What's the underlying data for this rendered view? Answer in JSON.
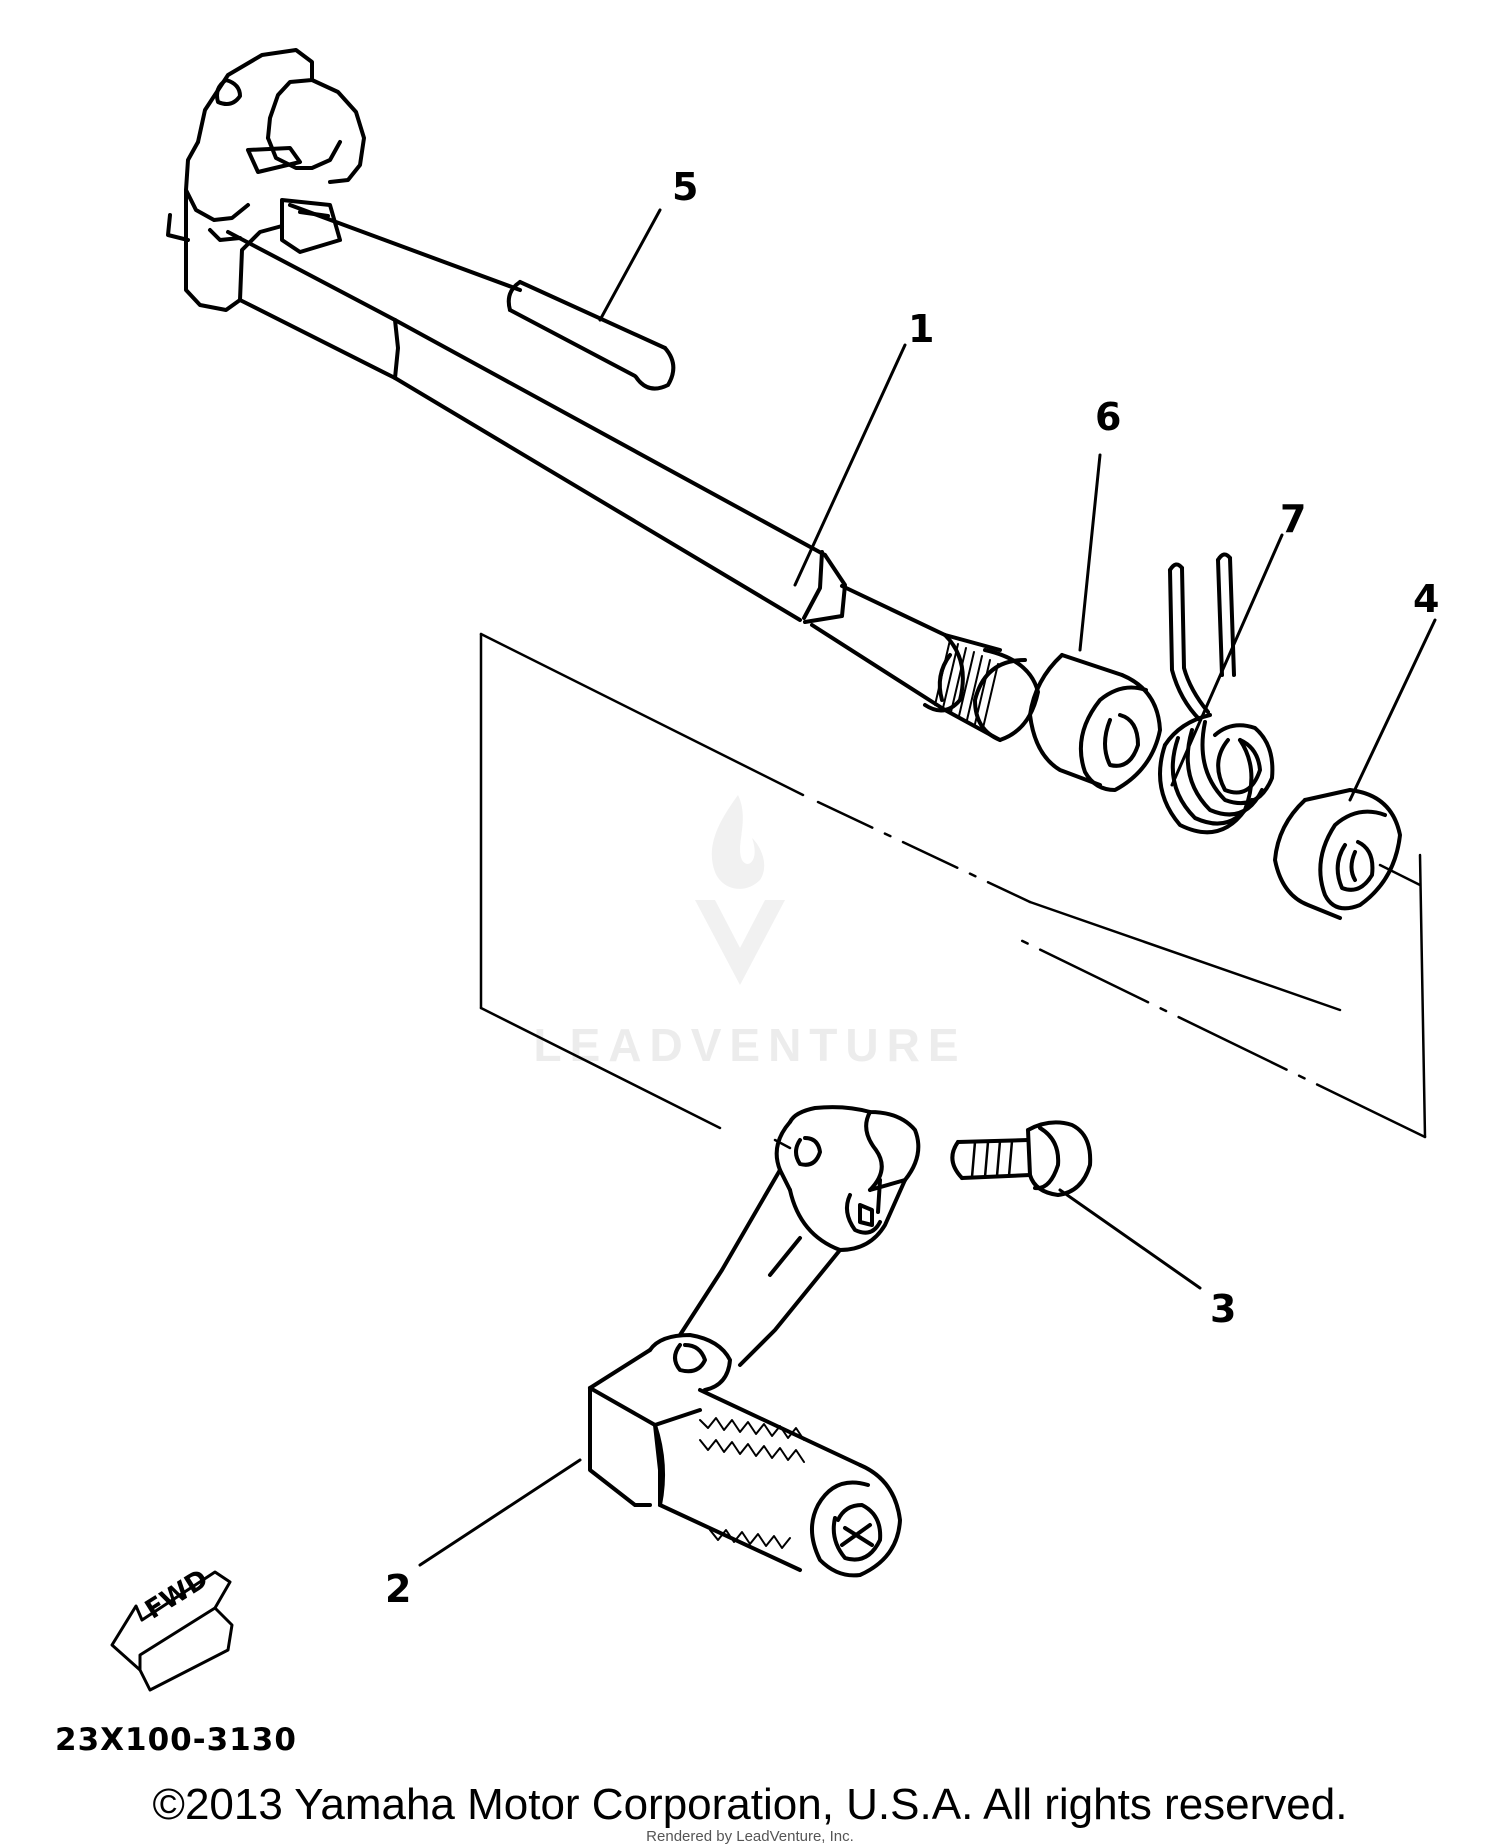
{
  "callouts": {
    "c1": "1",
    "c2": "2",
    "c3": "3",
    "c4": "4",
    "c5": "5",
    "c6": "6",
    "c7": "7"
  },
  "fwd_label": "FWD",
  "diagram_code": "23X100-3130",
  "watermark": "LEADVENTURE",
  "copyright": "©2013 Yamaha Motor Corporation, U.S.A. All rights reserved.",
  "renderer": "Rendered by LeadVenture, Inc."
}
